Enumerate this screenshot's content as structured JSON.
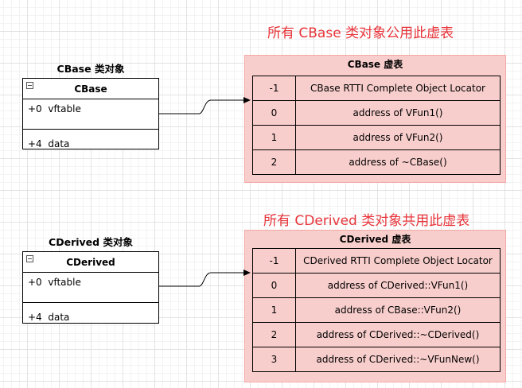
{
  "top": {
    "caption": "所有 CBase 类对象公用此虚表",
    "object_title": "CBase 类对象",
    "class_name": "CBase",
    "fields": [
      {
        "offset": "+0",
        "name": "vftable"
      },
      {
        "offset": "+4",
        "name": "data"
      }
    ],
    "vtable_title": "CBase 虚表",
    "vtable_rows": [
      {
        "index": "-1",
        "text": "CBase RTTI Complete Object Locator"
      },
      {
        "index": "0",
        "text": "address of VFun1()"
      },
      {
        "index": "1",
        "text": "address of VFun2()"
      },
      {
        "index": "2",
        "text": "address of ~CBase()"
      }
    ]
  },
  "bottom": {
    "caption": "所有 CDerived 类对象共用此虚表",
    "object_title": "CDerived 类对象",
    "class_name": "CDerived",
    "fields": [
      {
        "offset": "+0",
        "name": "vftable"
      },
      {
        "offset": "+4",
        "name": "data"
      }
    ],
    "vtable_title": "CDerived 虚表",
    "vtable_rows": [
      {
        "index": "-1",
        "text": "CDerived RTTI Complete Object Locator"
      },
      {
        "index": "0",
        "text": "address of CDerived::VFun1()"
      },
      {
        "index": "1",
        "text": "address of CBase::VFun2()"
      },
      {
        "index": "2",
        "text": "address of CDerived::~CDerived()"
      },
      {
        "index": "3",
        "text": "address of CDerived::~VFunNew()"
      }
    ]
  },
  "colors": {
    "caption_red": "#e8343a",
    "vtable_fill": "#f8cecc",
    "vtable_border": "#f4a9a6",
    "grid_line": "#e3e3e3"
  }
}
